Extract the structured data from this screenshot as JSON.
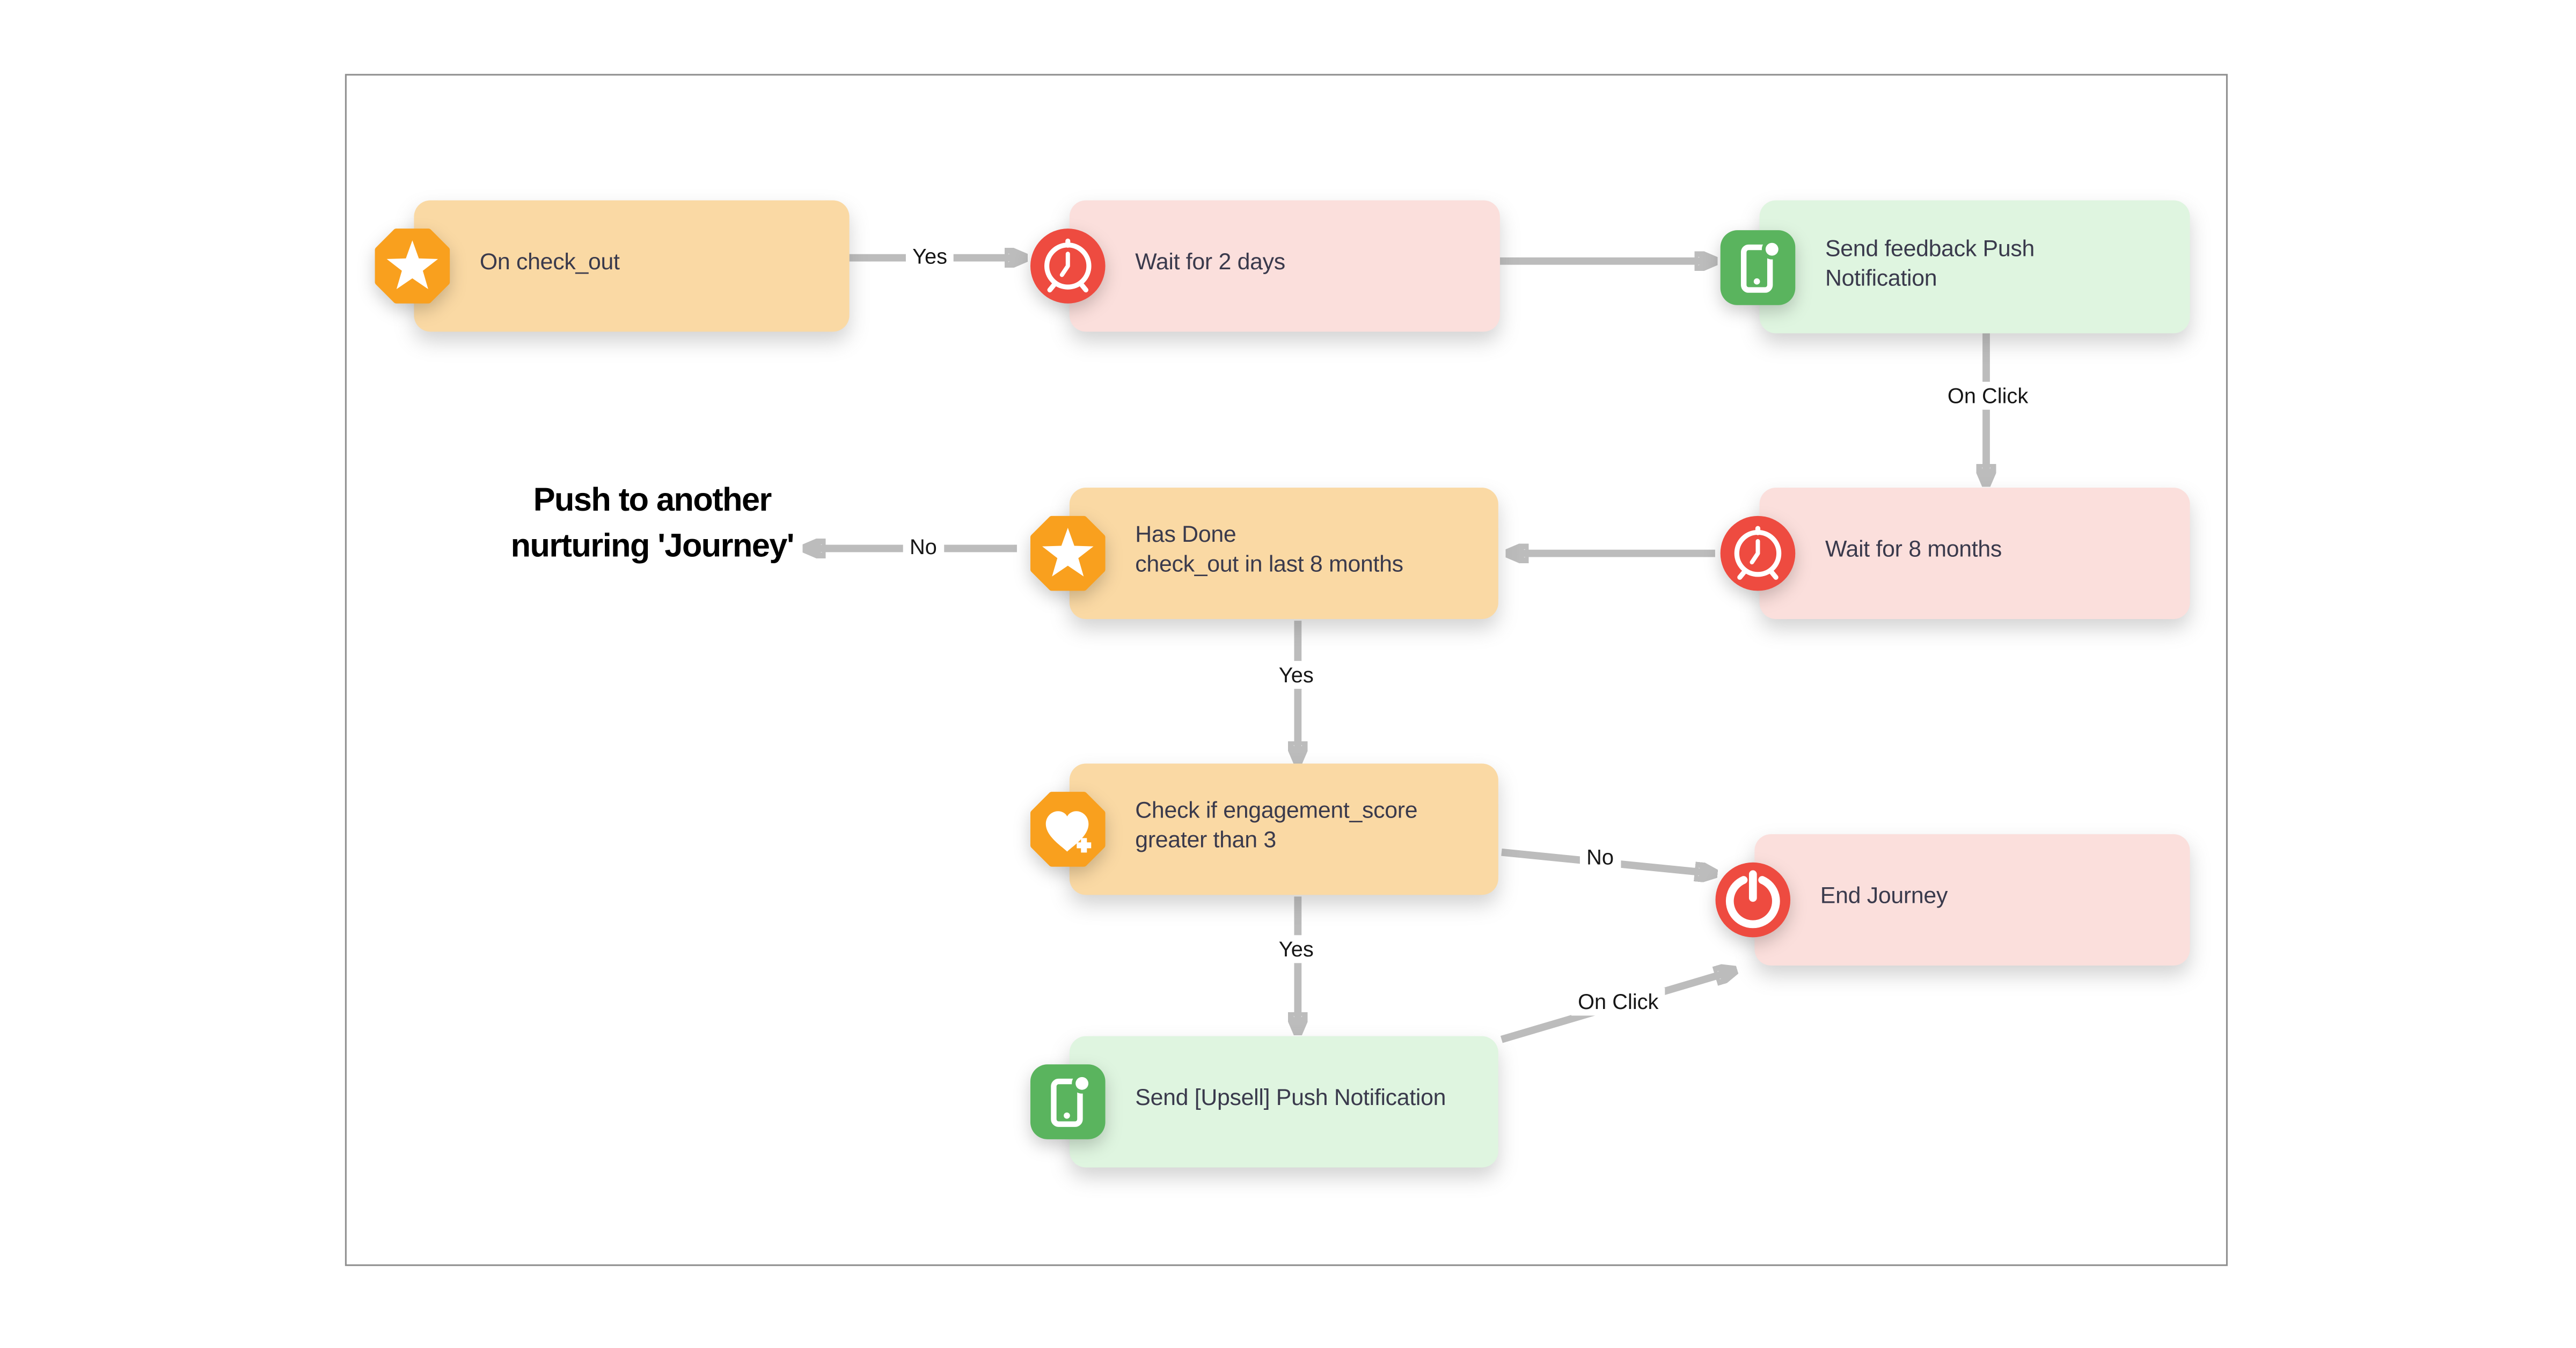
{
  "diagram": {
    "title_hint": "customer journey flowchart",
    "frame_border_color": "#909090",
    "background": "#ffffff"
  },
  "colors": {
    "orange_node_fill": "#fad9a4",
    "orange_icon": "#f9a01e",
    "pink_node_fill": "#fbdfdc",
    "red_icon": "#ee4b40",
    "green_node_fill": "#dff5e0",
    "green_icon": "#5ab45e",
    "arrow": "#bcbcbc",
    "node_text": "#3a3a4c",
    "edge_label_text": "#161616"
  },
  "nodes": {
    "trigger": {
      "text": "On check_out",
      "icon": "star-octagon"
    },
    "wait2": {
      "text": "Wait for 2 days",
      "icon": "alarm-clock"
    },
    "feedback": {
      "text": "Send feedback Push\nNotification",
      "icon": "smartphone"
    },
    "wait8": {
      "text": "Wait for 8 months",
      "icon": "alarm-clock"
    },
    "hasdone": {
      "text": "Has Done\ncheck_out in last 8 months",
      "icon": "star-octagon"
    },
    "check": {
      "text": "Check if engagement_score\ngreater than 3",
      "icon": "heart-plus-octagon"
    },
    "end": {
      "text": "End Journey",
      "icon": "power"
    },
    "upsell": {
      "text": "Send [Upsell] Push Notification",
      "icon": "smartphone"
    }
  },
  "edges": {
    "trigger_to_wait2": {
      "label": "Yes"
    },
    "wait2_to_feedback": {
      "label": ""
    },
    "feedback_to_wait8": {
      "label": "On Click"
    },
    "wait8_to_hasdone": {
      "label": ""
    },
    "hasdone_to_journey": {
      "label": "No"
    },
    "hasdone_to_check": {
      "label": "Yes"
    },
    "check_to_upsell": {
      "label": "Yes"
    },
    "check_to_end": {
      "label": "No"
    },
    "upsell_to_end": {
      "label": "On Click"
    }
  },
  "annotation": {
    "text": "Push to another\nnurturing 'Journey'"
  }
}
